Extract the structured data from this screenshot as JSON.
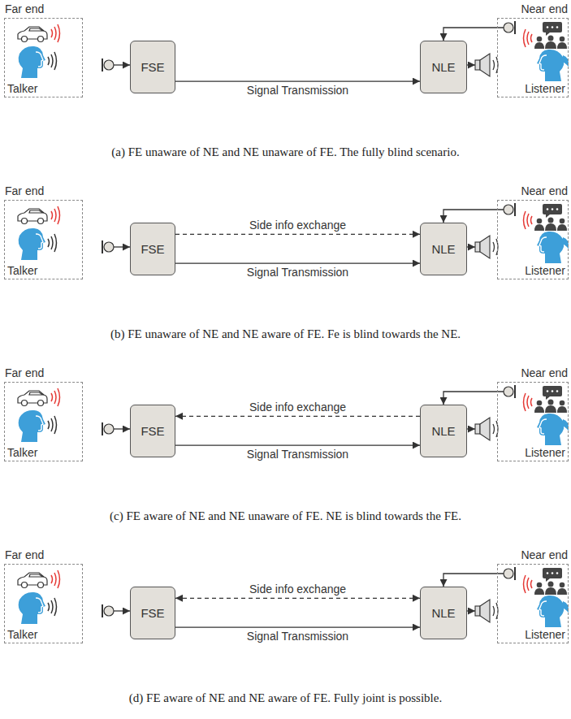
{
  "diagram": {
    "nodes": [
      {
        "text": [
          "Far end",
          "Talker"
        ]
      },
      {
        "text": [
          "FSE"
        ]
      },
      {
        "text": [
          "NLE"
        ]
      },
      {
        "text": [
          "Near end",
          "Listener"
        ]
      },
      {
        "text": [
          "Far end",
          "Talker"
        ]
      },
      {
        "text": [
          "FSE"
        ]
      },
      {
        "text": [
          "NLE"
        ]
      },
      {
        "text": [
          "Near end",
          "Listener"
        ]
      },
      {
        "text": [
          "Far end",
          "Talker"
        ]
      },
      {
        "text": [
          "FSE"
        ]
      },
      {
        "text": [
          "NLE"
        ]
      },
      {
        "text": [
          "Near end",
          "Listener"
        ]
      },
      {
        "text": [
          "Far end",
          "Talker"
        ]
      },
      {
        "text": [
          "FSE"
        ]
      },
      {
        "text": [
          "NLE"
        ]
      },
      {
        "text": [
          "Near end",
          "Listener"
        ]
      }
    ],
    "edges": [
      {
        "from": 1,
        "to": 2,
        "arrow": "to",
        "label": "Signal Transmission"
      },
      {
        "from": 5,
        "to": 6,
        "arrow": "to",
        "label": "Side info exchange"
      },
      {
        "from": 5,
        "to": 6,
        "arrow": "to",
        "label": "Signal Transmission"
      },
      {
        "from": 10,
        "to": 9,
        "arrow": "to",
        "label": "Side info exchange"
      },
      {
        "from": 9,
        "to": 10,
        "arrow": "to",
        "label": "Signal Transmission"
      },
      {
        "from": 13,
        "to": 14,
        "arrow": "both",
        "label": "Side info exchange"
      },
      {
        "from": 13,
        "to": 14,
        "arrow": "to",
        "label": "Signal Transmission"
      }
    ],
    "labels": [
      "(a) FE unaware of NE and NE unaware of FE. The fully blind scenario.",
      "(b) FE unaware of NE and NE aware of FE. Fe is blind towards the NE.",
      "(c) FE aware of NE and NE unaware of FE. NE is blind towards the FE.",
      "(d) FE aware of NE and NE aware of FE. Fully joint is possible."
    ]
  }
}
